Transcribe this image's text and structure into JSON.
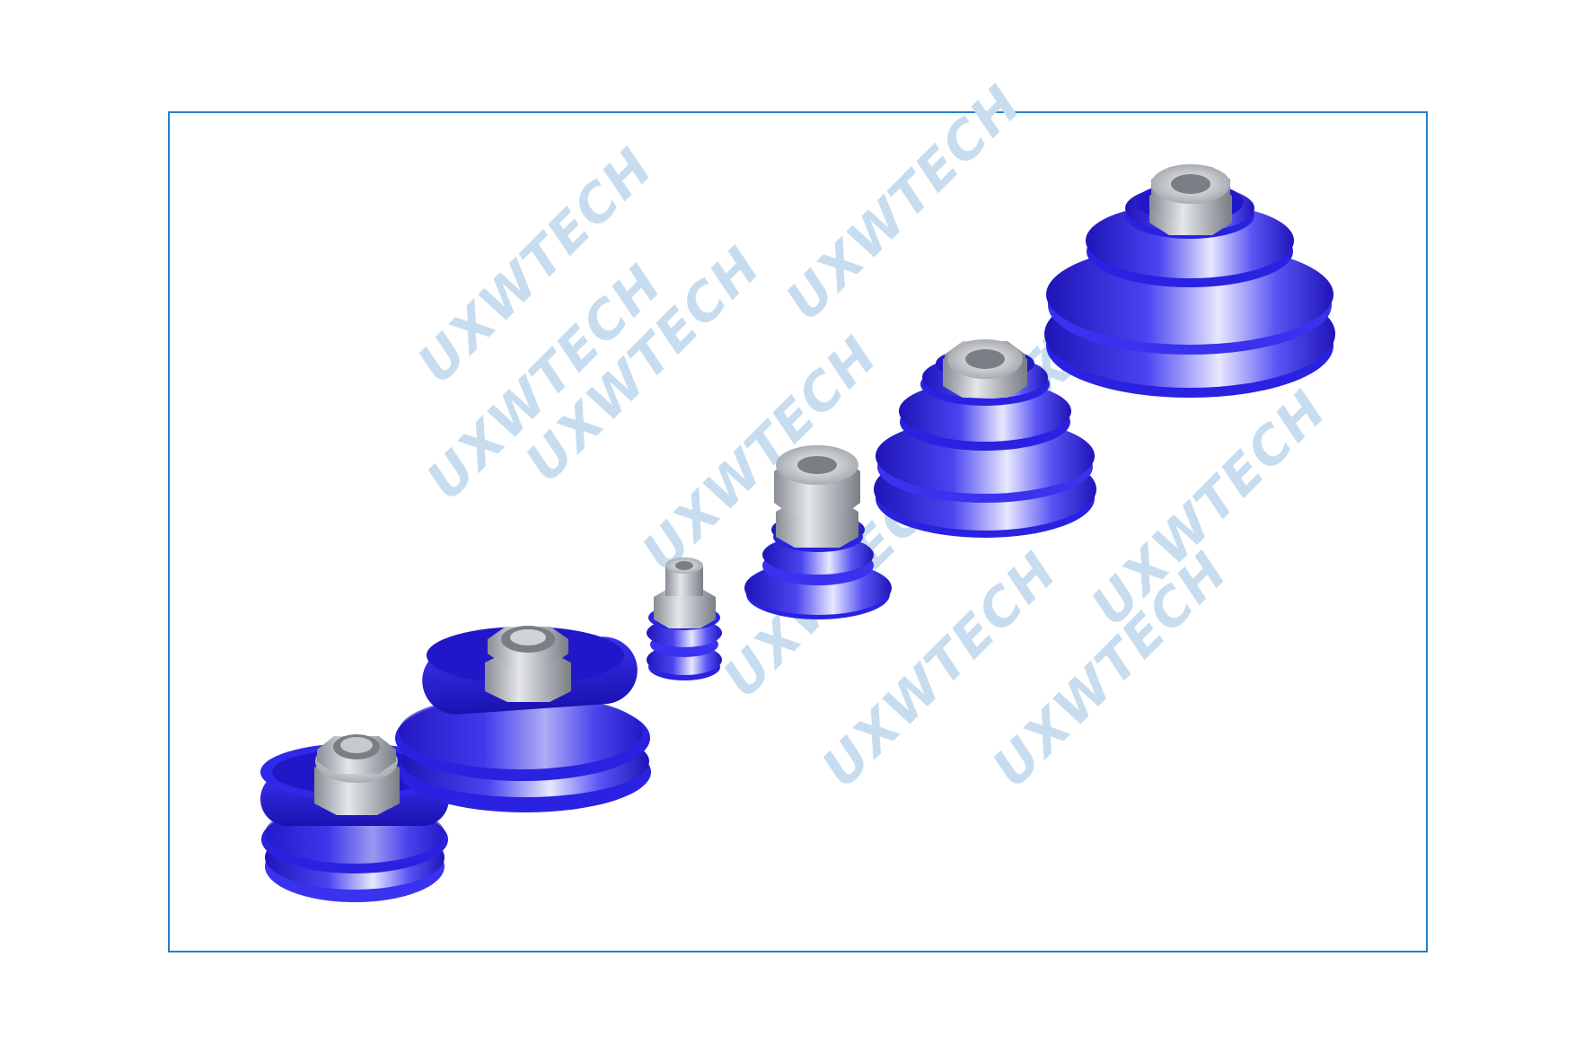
{
  "watermark": {
    "text": "UXWTECH",
    "color": "#c7ddef"
  },
  "colors": {
    "frame_border": "#2a7ec8",
    "cup_blue": "#2a22e0",
    "cup_blue_dark": "#1a12a8",
    "fitting_metal": "#b8bcc2"
  },
  "products": [
    {
      "shape": "oval",
      "description_icon": "oval-suction-cup-small"
    },
    {
      "shape": "oval",
      "description_icon": "oval-suction-cup-large"
    },
    {
      "shape": "round-bellows",
      "description_icon": "bellows-suction-cup-mini"
    },
    {
      "shape": "round-bellows",
      "description_icon": "bellows-suction-cup-small"
    },
    {
      "shape": "round-bellows",
      "description_icon": "bellows-suction-cup-medium"
    },
    {
      "shape": "round-bellows",
      "description_icon": "bellows-suction-cup-large"
    }
  ]
}
